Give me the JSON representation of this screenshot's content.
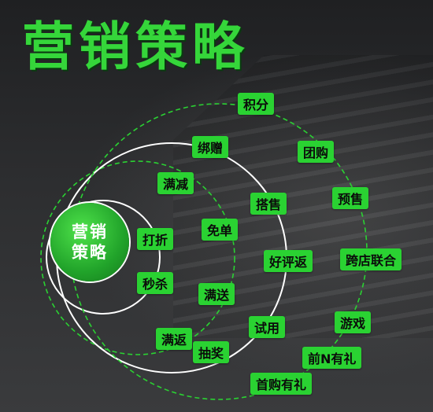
{
  "title": "营销策略",
  "center": {
    "line1": "营销",
    "line2": "策略"
  },
  "inner_ring": [
    "打折",
    "秒杀"
  ],
  "second_ring": [
    "满减",
    "免单",
    "满送",
    "满返"
  ],
  "third_ring": [
    "绑赠",
    "搭售",
    "好评返",
    "试用",
    "抽奖"
  ],
  "outer_ring": [
    "积分",
    "团购",
    "预售",
    "跨店联合",
    "游戏",
    "前N有礼",
    "首购有礼"
  ],
  "colors": {
    "accent": "#2ad232",
    "title": "#35d63a",
    "background": "#2b2c2e",
    "ring_solid": "#ffffff",
    "ring_dashed": "#2ad232"
  }
}
